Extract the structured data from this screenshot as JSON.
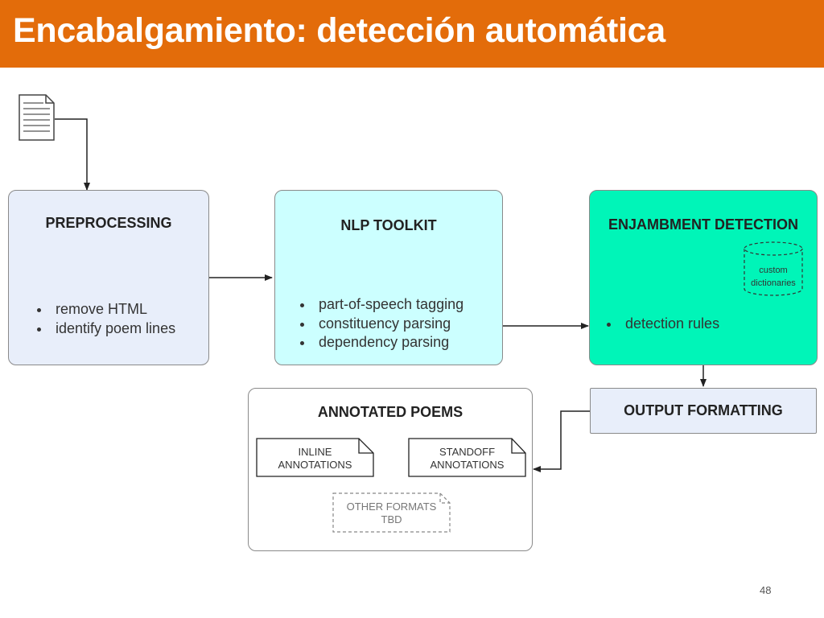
{
  "slide": {
    "title": "Encabalgamiento: detección automática",
    "page_number": "48"
  },
  "boxes": {
    "preprocessing": {
      "title": "PREPROCESSING",
      "items": [
        "remove HTML",
        "identify poem lines"
      ]
    },
    "nlp_toolkit": {
      "title": "NLP TOOLKIT",
      "items": [
        "part-of-speech tagging",
        "constituency parsing",
        "dependency parsing"
      ]
    },
    "enjambment_detection": {
      "title": "ENJAMBMENT DETECTION",
      "items": [
        "detection rules"
      ],
      "dictionary_line1": "custom",
      "dictionary_line2": "dictionaries"
    },
    "output_formatting": {
      "title": "OUTPUT FORMATTING"
    },
    "annotated_poems": {
      "title": "ANNOTATED POEMS",
      "inline_line1": "INLINE",
      "inline_line2": "ANNOTATIONS",
      "standoff_line1": "STANDOFF",
      "standoff_line2": "ANNOTATIONS",
      "other_line1": "OTHER FORMATS",
      "other_line2": "TBD"
    }
  },
  "icons": {
    "input": "document-icon",
    "dictionary": "database-cylinder-icon"
  },
  "colors": {
    "title_bar": "#e36c0a",
    "preprocessing_fill": "#e8eefa",
    "nlp_fill": "#ccffff",
    "enjambment_fill": "#00f5b8",
    "output_fill": "#e8eefa",
    "annotated_fill": "#ffffff"
  }
}
